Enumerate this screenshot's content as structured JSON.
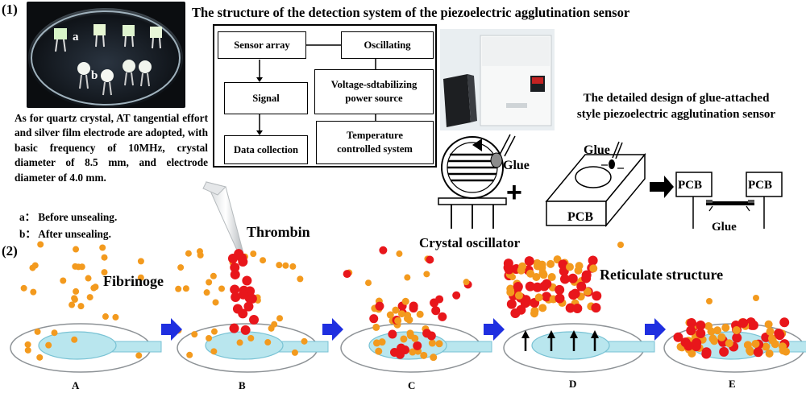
{
  "panel_labels": {
    "p1": "(1)",
    "p2": "(2)"
  },
  "photo": {
    "label_a": "a",
    "label_b": "b"
  },
  "description": {
    "text": "As for quartz crystal, AT tangential effort and silver film electrode are adopted, with basic frequency of 10MHz, crystal diameter of 8.5 mm, and electrode diameter of 4.0 mm.",
    "item_a": "a： Before unsealing.",
    "item_b": "b： After unsealing."
  },
  "system_title": "The structure of the detection system of the piezoelectric agglutination sensor",
  "flow": {
    "sensor_array": "Sensor array",
    "signal": "Signal",
    "data_collection": "Data collection",
    "oscillating": "Oscillating",
    "power_line1": "Voltage-sdtabilizing",
    "power_line2": "power source",
    "temp_line1": "Temperature",
    "temp_line2": "controlled system"
  },
  "design_title": {
    "line1": "The detailed design of glue-attached",
    "line2": "style piezoelectric agglutination sensor"
  },
  "design": {
    "glue": "Glue",
    "crystal_oscillator": "Crystal oscillator",
    "plus": "+",
    "pcb": "PCB"
  },
  "process": {
    "fibrinogen": "Fibrinoge",
    "thrombin": "Thrombin",
    "reticulate": "Reticulate structure",
    "steps": [
      "A",
      "B",
      "C",
      "D",
      "E"
    ]
  },
  "colors": {
    "fibrinogen": "#f39a1e",
    "thrombin": "#e8161b",
    "arrow": "#1f2fe0",
    "electrode": "#b9e6ee",
    "electrode_edge": "#78c2d4"
  }
}
